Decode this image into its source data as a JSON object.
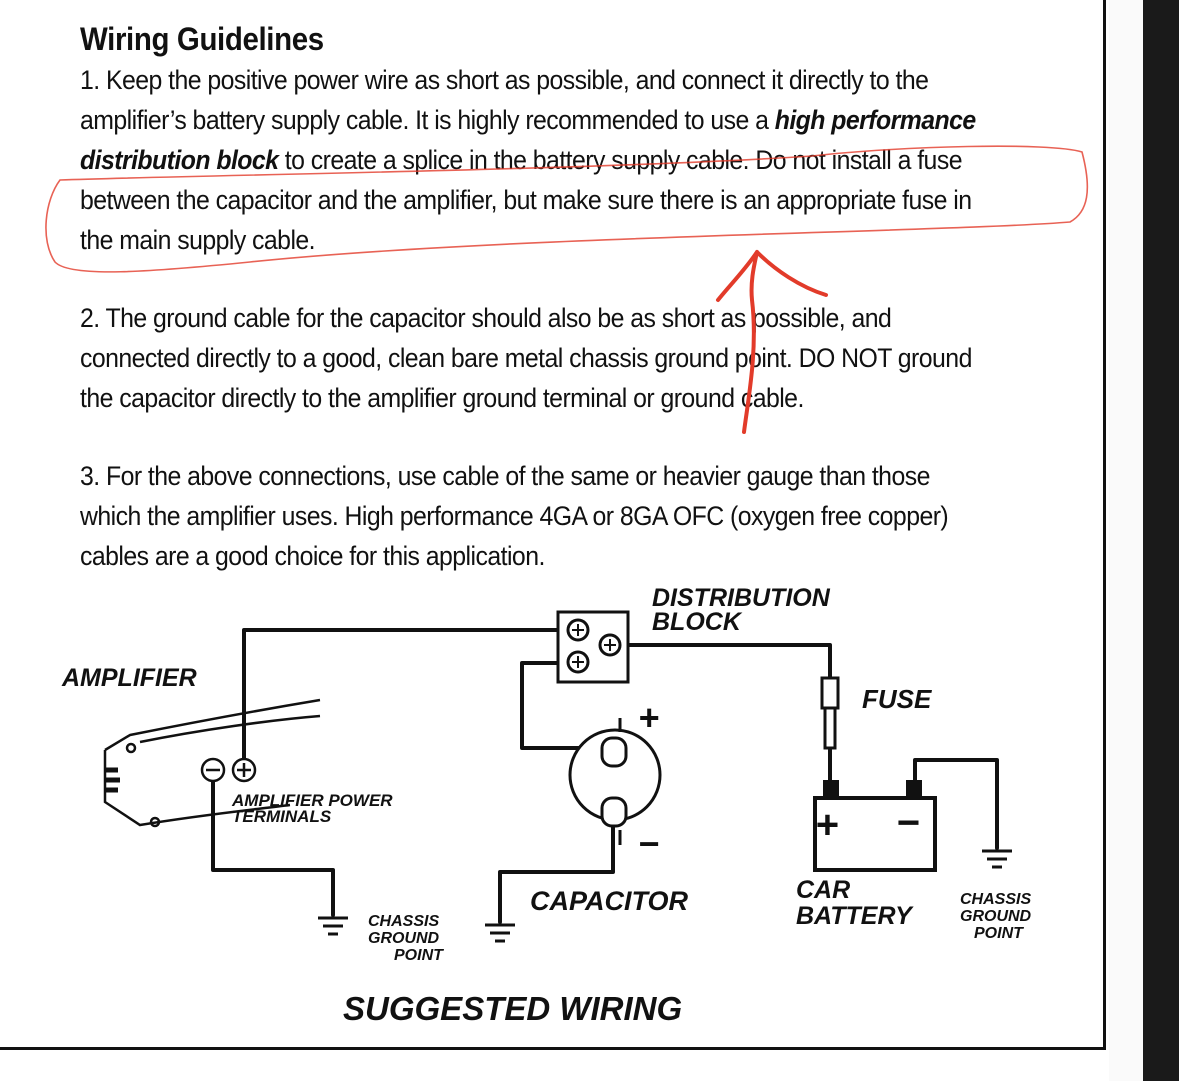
{
  "document": {
    "heading": "Wiring Guidelines",
    "para1": {
      "before": "1. Keep the positive power wire as short as possible, and connect it directly to the amplifier’s battery supply cable. It is highly recommended to use a ",
      "emphasis": "high performance distribution block",
      "after": " to create a splice in the battery supply cable. Do not install a fuse between the capacitor and the amplifier, but make sure there is an appropriate fuse in the main supply cable."
    },
    "para2": "2. The ground cable for the capacitor should also be as short as possible, and connected directly to a good, clean bare metal chassis ground point. DO NOT ground the capacitor directly to the amplifier ground terminal or ground cable.",
    "para3": "3. For the above connections, use cable of the same or heavier gauge than those which the amplifier uses. High performance 4GA or 8GA OFC (oxygen free copper) cables are a good choice for this application."
  },
  "diagram": {
    "distribution_block_l1": "DISTRIBUTION",
    "distribution_block_l2": "BLOCK",
    "amplifier": "AMPLIFIER",
    "fuse": "FUSE",
    "amp_terminals_l1": "AMPLIFIER POWER",
    "amp_terminals_l2": "TERMINALS",
    "capacitor": "CAPACITOR",
    "car_battery_l1": "CAR",
    "car_battery_l2": "BATTERY",
    "chassis_l1": "CHASSIS",
    "chassis_l2": "GROUND",
    "chassis_l3": "POINT",
    "plus": "+",
    "minus": "−",
    "caption": "SUGGESTED WIRING"
  },
  "annotation_color": "#e23b2a"
}
